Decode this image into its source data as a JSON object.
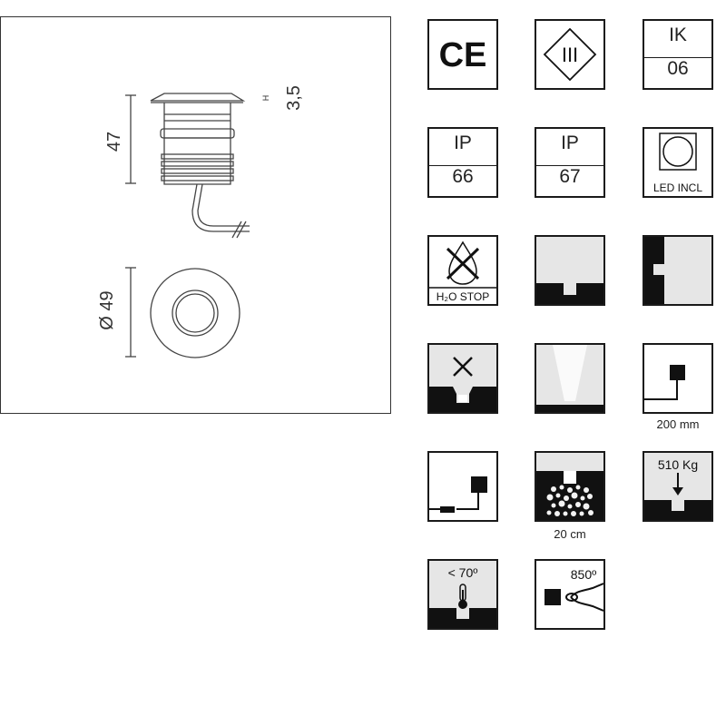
{
  "drawing": {
    "height_label": "47",
    "head_label": "3,5",
    "head_tag": "H",
    "diameter_label": "Ø 49"
  },
  "icons": {
    "ce": "CE",
    "class_iii": "III",
    "ik_top": "IK",
    "ik_bottom": "06",
    "ip66_top": "IP",
    "ip66_bottom": "66",
    "ip67_top": "IP",
    "ip67_bottom": "67",
    "led_label": "LED INCL",
    "h2o_label": "H₂O STOP",
    "cable_length": "200 mm",
    "gravel_depth": "20 cm",
    "load_label": "510 Kg",
    "temp_label": "< 70º",
    "glow_wire_label": "850º"
  }
}
